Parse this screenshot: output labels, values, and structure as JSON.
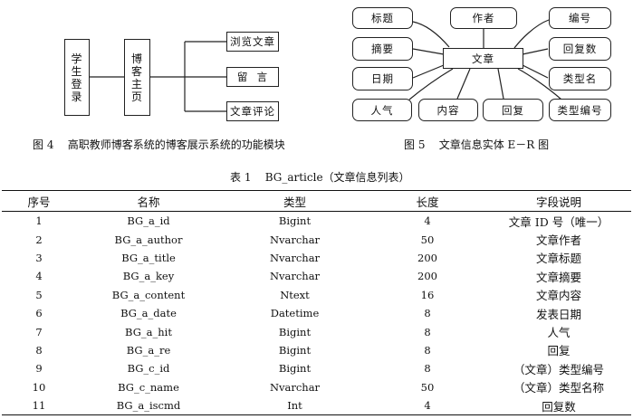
{
  "fig4": {
    "login": "学生登录",
    "homepage": "博客主页",
    "items": [
      "浏览文章",
      "留  言",
      "文章评论"
    ],
    "caption": "图 4    高职教师博客系统的博客展示系统的功能模块"
  },
  "fig5": {
    "center": "文章",
    "nodes": {
      "title": "标题",
      "author": "作者",
      "number": "编号",
      "summary": "摘要",
      "reply_count": "回复数",
      "date": "日期",
      "type_name": "类型名",
      "popularity": "人气",
      "content": "内容",
      "reply": "回复",
      "type_number": "类型编号"
    },
    "caption": "图 5    文章信息实体 E－R 图"
  },
  "table": {
    "caption": "表 1    BG_article（文章信息列表）",
    "headers": [
      "序号",
      "名称",
      "类型",
      "长度",
      "字段说明"
    ],
    "rows": [
      [
        "1",
        "BG_a_id",
        "Bigint",
        "4",
        "文章 ID 号（唯一）"
      ],
      [
        "2",
        "BG_a_author",
        "Nvarchar",
        "50",
        "文章作者"
      ],
      [
        "3",
        "BG_a_title",
        "Nvarchar",
        "200",
        "文章标题"
      ],
      [
        "4",
        "BG_a_key",
        "Nvarchar",
        "200",
        "文章摘要"
      ],
      [
        "5",
        "BG_a_content",
        "Ntext",
        "16",
        "文章内容"
      ],
      [
        "6",
        "BG_a_date",
        "Datetime",
        "8",
        "发表日期"
      ],
      [
        "7",
        "BG_a_hit",
        "Bigint",
        "8",
        "人气"
      ],
      [
        "8",
        "BG_a_re",
        "Bigint",
        "8",
        "回复"
      ],
      [
        "9",
        "BG_c_id",
        "Bigint",
        "8",
        "（文章）类型编号"
      ],
      [
        "10",
        "BG_c_name",
        "Nvarchar",
        "50",
        "（文章）类型名称"
      ],
      [
        "11",
        "BG_a_iscmd",
        "Int",
        "4",
        "回复数"
      ]
    ]
  }
}
